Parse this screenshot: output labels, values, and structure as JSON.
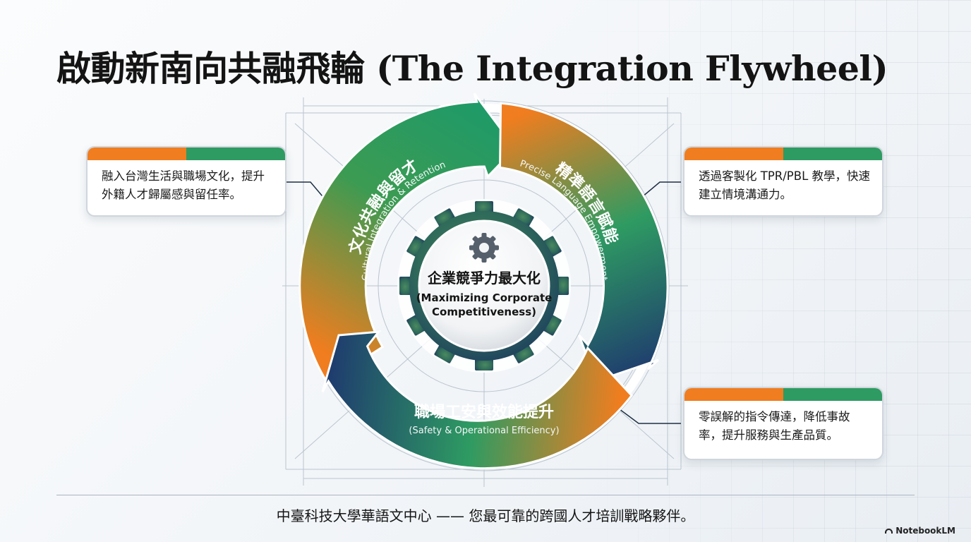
{
  "title": {
    "cn": "啟動新南向共融飛輪",
    "en": "(The Integration Flywheel)"
  },
  "hub": {
    "title": "企業競爭力最大化",
    "subtitle_line1": "(Maximizing Corporate",
    "subtitle_line2": "Competitiveness)",
    "icon": "gear-icon"
  },
  "segments": [
    {
      "id": "culture",
      "label": "文化共融與留才",
      "sublabel": "(Cultural Integration & Retention)"
    },
    {
      "id": "language",
      "label": "精準語言賦能",
      "sublabel": "(Precise Language Empowerment)"
    },
    {
      "id": "safety",
      "label": "職場工安與效能提升",
      "sublabel": "(Safety & Operational Efficiency)"
    }
  ],
  "cards": [
    {
      "id": "culture",
      "text": "融入台灣生活與職場文化，提升外籍人才歸屬感與留任率。"
    },
    {
      "id": "language",
      "text": "透過客製化 TPR/PBL 教學，快速建立情境溝通力。"
    },
    {
      "id": "safety",
      "text": "零誤解的指令傳達，降低事故率，提升服務與生產品質。"
    }
  ],
  "footer": "中臺科技大學華語文中心 —— 您最可靠的跨國人才培訓戰略夥伴。",
  "brand": "NotebookLM",
  "colors": {
    "orange": "#f07d1f",
    "green": "#2e9b62",
    "navy": "#1f3d6e"
  }
}
